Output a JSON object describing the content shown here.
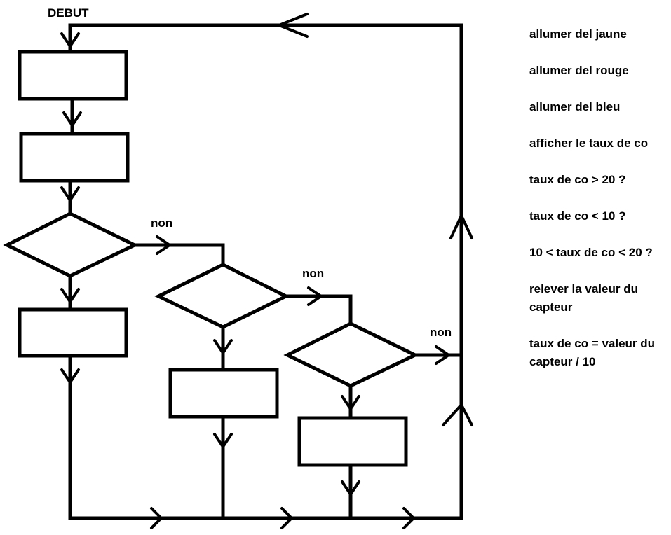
{
  "diagram": {
    "start_label": "DEBUT",
    "no_label_1": "non",
    "no_label_2": "non",
    "no_label_3": "non"
  },
  "legend": {
    "items": [
      "allumer del jaune",
      "allumer del rouge",
      "allumer del bleu",
      "afficher le taux de co",
      "taux de co > 20 ?",
      "taux de co < 10 ?",
      "10 < taux de co < 20 ?",
      "relever la valeur du capteur",
      "taux de co = valeur du capteur / 10"
    ]
  },
  "colors": {
    "stroke": "#000000",
    "background": "#ffffff"
  }
}
